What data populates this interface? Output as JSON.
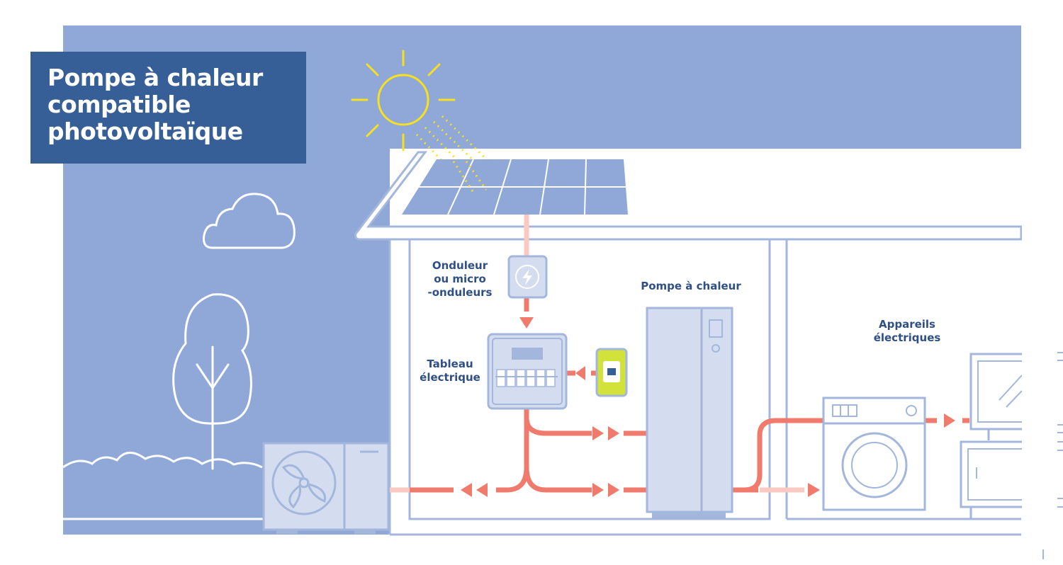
{
  "title": {
    "lines": [
      "Pompe à chaleur",
      "compatible",
      "photovoltaïque"
    ]
  },
  "labels": {
    "onduleur": [
      "Onduleur",
      "ou micro",
      "-onduleurs"
    ],
    "tableau": [
      "Tableau",
      "électrique"
    ],
    "pompe": "Pompe à chaleur",
    "appareils": [
      "Appareils",
      "électriques"
    ]
  },
  "colors": {
    "sky": "#8fa8d8",
    "panel": "#8fa8d8",
    "title_bg": "#365f98",
    "outline": "#a3b6dc",
    "flow": "#f07a6c",
    "flow_light": "#f9c9c2",
    "sun": "#f7e11e",
    "meter": "#d2e23b",
    "label_text": "#2f4f85"
  }
}
